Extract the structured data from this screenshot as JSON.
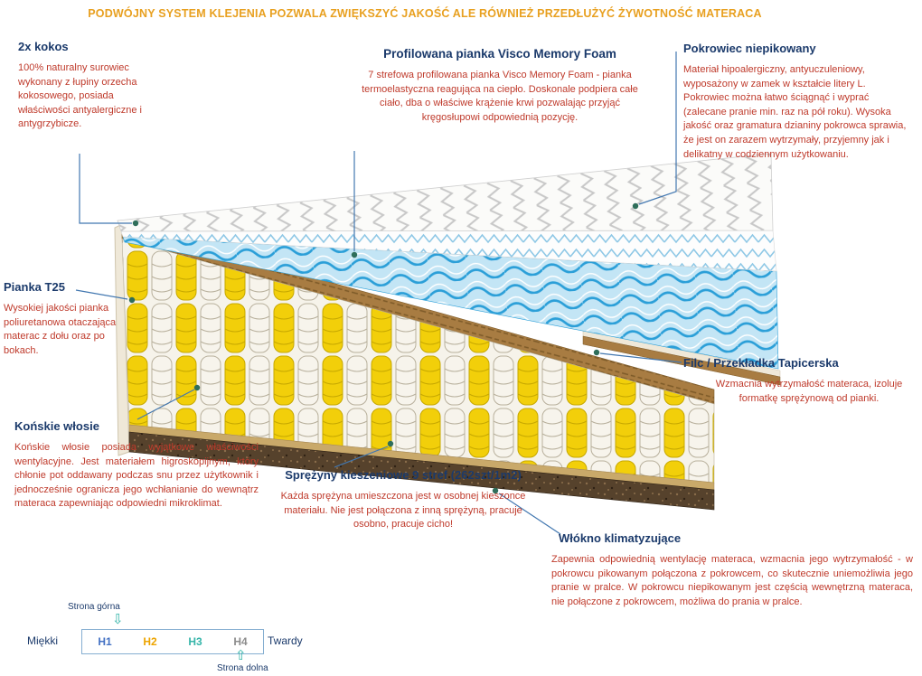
{
  "page": {
    "banner": "PODWÓJNY SYSTEM KLEJENIA POZWALA ZWIĘKSZYĆ JAKOŚĆ ALE RÓWNIEŻ PRZEDŁUŻYĆ ŻYWOTNOŚĆ MATERACA"
  },
  "sections": {
    "kokos": {
      "title": "2x kokos",
      "body": "100% naturalny surowiec wykonany z łupiny orzecha kokosowego, posiada właściwości antyalergiczne i antygrzybicze."
    },
    "visco": {
      "title": "Profilowana pianka Visco Memory Foam",
      "body": "7 strefowa profilowana pianka Visco Memory Foam - pianka termoelastyczna reagująca na ciepło.  Doskonale podpiera całe ciało, dba o właściwe krążenie krwi pozwalając przyjąć kręgosłupowi odpowiednią pozycję."
    },
    "pokrowiec": {
      "title": "Pokrowiec niepikowany",
      "body": "Materiał hipoalergiczny, antyuczuleniowy, wyposażony w zamek w kształcie litery L. Pokrowiec można łatwo ściągnąć i wyprać (zalecane pranie min.  raz na pół roku). Wysoka jakość oraz gramatura dzianiny pokrowca sprawia, że jest on zarazem wytrzymały, przyjemny jak i delikatny w codziennym użytkowaniu."
    },
    "pianka": {
      "title": "Pianka T25",
      "body": "Wysokiej jakości pianka poliuretanowa otaczająca materac z dołu oraz po bokach."
    },
    "konskie": {
      "title": "Końskie włosie",
      "body": "Końskie włosie posiada wyjątkowe właściwości wentylacyjne. Jest materiałem higroskopijnym, który chłonie pot oddawany podczas snu przez użytkownik i jednocześnie ogranicza jego wchłanianie do wewnątrz materaca zapewniając odpowiedni mikroklimat."
    },
    "sprezyny": {
      "title": "Sprężyny kieszeniowe 9 stref (262szt/1m2)",
      "body": "Każda sprężyna umieszczona jest w osobnej kieszonce materiału. Nie jest połączona z inną sprężyną, pracuje osobno, pracuje cicho!"
    },
    "filc": {
      "title": "Filc / Przekładka Tapicerska",
      "body": "Wzmacnia wytrzymałość materaca, izoluje formatkę sprężynową od pianki."
    },
    "wlokno": {
      "title": "Włókno klimatyzujące",
      "body": "Zapewnia odpowiednią wentylację materaca, wzmacnia jego wytrzymałość - w pokrowcu pikowanym połączona z pokrowcem, co skutecznie uniemożliwia jego pranie w pralce. W pokrowcu niepikowanym jest częścią wewnętrzną materaca, nie połączone z pokrowcem, możliwa do prania w pralce."
    }
  },
  "scale": {
    "top_side": "Strona górna",
    "bottom_side": "Strona dolna",
    "soft": "Miękki",
    "hard": "Twardy",
    "levels": [
      {
        "label": "H1",
        "color": "#4472c4"
      },
      {
        "label": "H2",
        "color": "#eda400"
      },
      {
        "label": "H3",
        "color": "#35b5a9"
      },
      {
        "label": "H4",
        "color": "#8c8c8c"
      }
    ]
  },
  "icons": {
    "down_arrow": "⇩",
    "up_arrow": "⇧"
  },
  "colors": {
    "banner_accent": "#e8a020",
    "heading_navy": "#1b3a6b",
    "body_red": "#bf3a2b",
    "callout_line": "#4277b0",
    "callout_dot": "#2f6e5a",
    "spring_yellow": "#f2cf0a",
    "wave_blue": "#2b9fd8",
    "teal_arrow": "#35b5a9"
  }
}
